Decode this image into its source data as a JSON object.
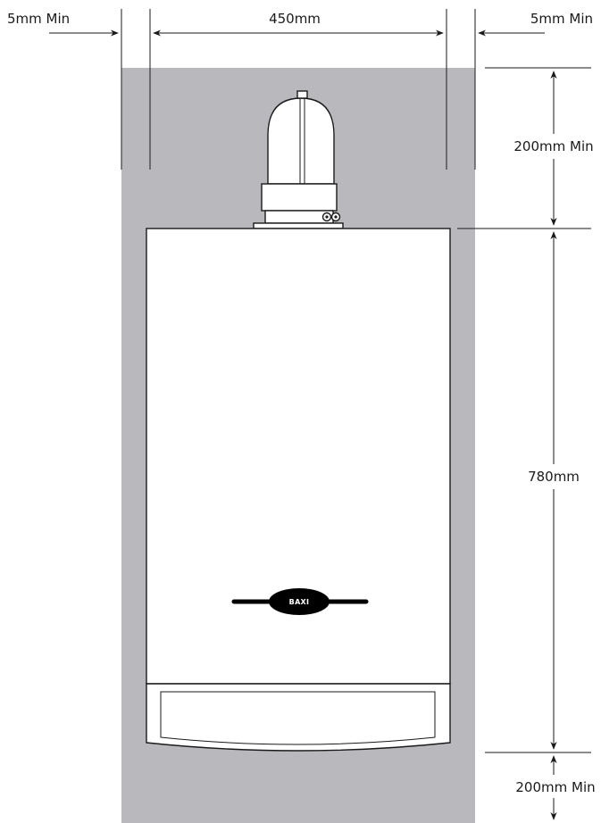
{
  "dimensions": {
    "left_clearance": "5mm Min",
    "boiler_width": "450mm",
    "right_clearance": "5mm Min",
    "top_clearance": "200mm Min",
    "boiler_height": "780mm",
    "bottom_clearance": "200mm Min"
  },
  "logo": {
    "text": "BAXI"
  },
  "colors": {
    "clearance_zone": "#b9b9bd",
    "lines": "#1a1a1a",
    "boiler_body": "#ffffff",
    "logo_fill": "#000000"
  }
}
